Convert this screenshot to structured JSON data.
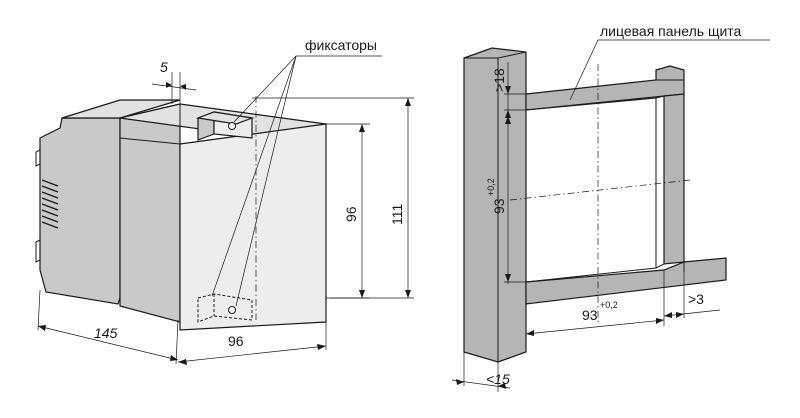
{
  "left_drawing": {
    "callout_label": "фиксаторы",
    "dim_depth_offset": "5",
    "dim_face_height": "96",
    "dim_total_height": "111",
    "dim_length": "145",
    "dim_face_width": "96"
  },
  "right_drawing": {
    "callout_label": "лицевая панель щита",
    "dim_top_gap": ">18",
    "dim_cutout_height_base": "93",
    "dim_cutout_height_tol": "+0,2",
    "dim_cutout_width_base": "93",
    "dim_cutout_width_tol": "+0,2",
    "dim_side_gap": ">3",
    "dim_thickness": "<15"
  }
}
